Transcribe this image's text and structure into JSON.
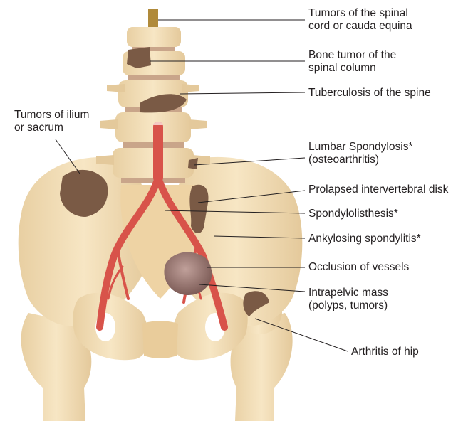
{
  "labels": {
    "spinal_cord_tumors": "Tumors of the spinal\ncord or cauda equina",
    "bone_tumor_spine": "Bone tumor of the\nspinal column",
    "tuberculosis_spine": "Tuberculosis of the spine",
    "tumors_ilium_sacrum": "Tumors of ilium\nor sacrum",
    "lumbar_spondylosis": "Lumbar Spondylosis*\n(osteoarthritis)",
    "prolapsed_disk": "Prolapsed intervertebral disk",
    "spondylolisthesis": "Spondylolisthesis*",
    "ankylosing_spondylitis": "Ankylosing spondylitis*",
    "occlusion_vessels": "Occlusion of vessels",
    "intrapelvic_mass": "Intrapelvic mass\n(polyps, tumors)",
    "arthritis_hip": "Arthritis of hip"
  },
  "colors": {
    "bone": "#f1dcb4",
    "bone_shadow": "#dcc094",
    "disk": "#c9a58a",
    "lesion": "#7a5a45",
    "artery": "#d8534a",
    "mass": "#8f6f6a",
    "leader": "#231f20"
  }
}
